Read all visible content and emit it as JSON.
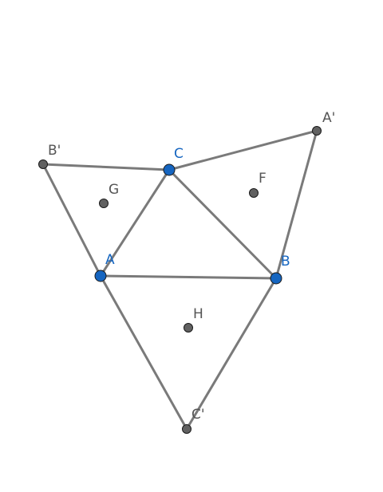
{
  "colors": {
    "free_point": "#1565c0",
    "dependent_point": "#616161",
    "segment": "#7a7a7a",
    "free_label": "#1565c0",
    "dependent_label": "#555555"
  },
  "points": {
    "A": {
      "label": "A"
    },
    "B": {
      "label": "B"
    },
    "C": {
      "label": "C"
    },
    "Ap": {
      "label": "A'"
    },
    "Bp": {
      "label": "B'"
    },
    "Cp": {
      "label": "C'"
    },
    "F": {
      "label": "F"
    },
    "G": {
      "label": "G"
    },
    "H": {
      "label": "H"
    }
  }
}
